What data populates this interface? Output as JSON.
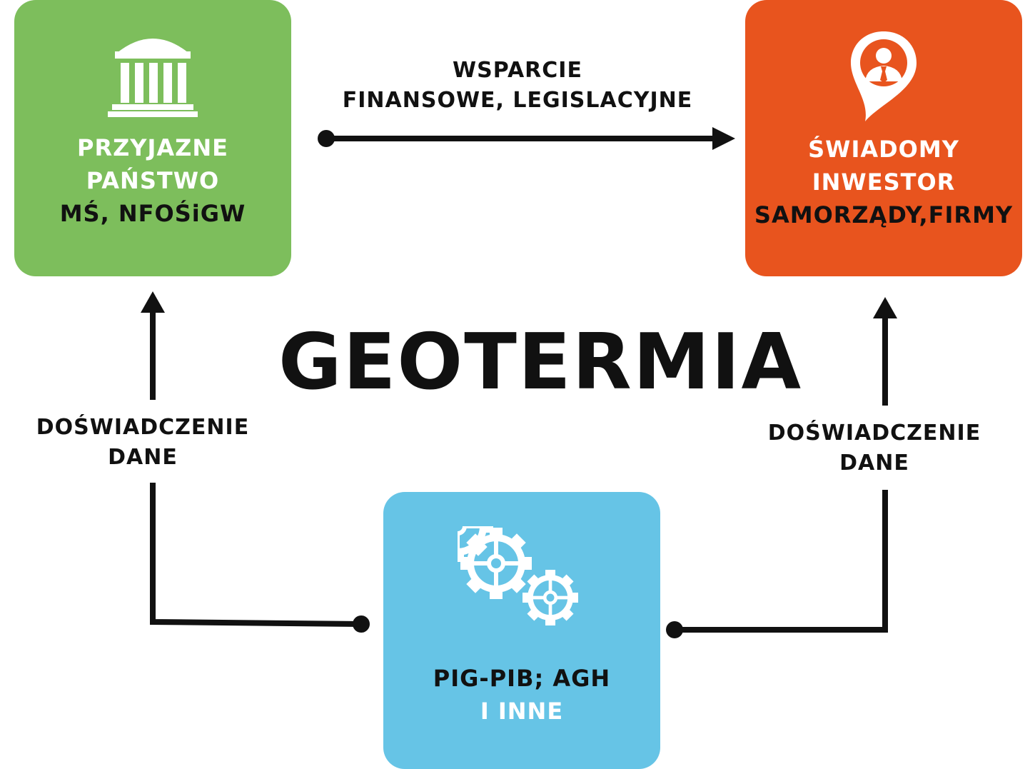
{
  "colors": {
    "state": "#7dbe5c",
    "investor": "#e8541e",
    "research": "#66c4e6",
    "arrow": "#111111"
  },
  "title": "GEOTERMIA",
  "boxes": {
    "state": {
      "icon": "government-building-icon",
      "line1": "PRZYJAZNE",
      "line2": "PAŃSTWO",
      "line3": "MŚ, NFOŚiGW"
    },
    "investor": {
      "icon": "location-pin-person-icon",
      "line1": "ŚWIADOMY",
      "line2": "INWESTOR",
      "line3": "SAMORZĄDY,FIRMY"
    },
    "research": {
      "icon": "gears-icon",
      "line1": "PIG-PIB; AGH",
      "line2": "I INNE"
    }
  },
  "arrows": {
    "top": {
      "line1": "WSPARCIE",
      "line2": "FINANSOWE, LEGISLACYJNE"
    },
    "left": {
      "line1": "DOŚWIADCZENIE",
      "line2": "DANE"
    },
    "right": {
      "line1": "DOŚWIADCZENIE",
      "line2": "DANE"
    }
  }
}
